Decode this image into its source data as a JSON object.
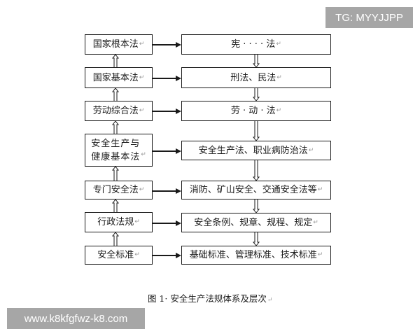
{
  "watermarks": {
    "top_right": "TG: MYYJJPP",
    "bottom_left": "www.k8kfgfwz-k8.com"
  },
  "diagram": {
    "left_column": [
      {
        "label": "国家根本法"
      },
      {
        "label": "国家基本法"
      },
      {
        "label": "劳动综合法"
      },
      {
        "label": "安全生产与\n健康基本法"
      },
      {
        "label": "专门安全法"
      },
      {
        "label": "行政法规"
      },
      {
        "label": "安全标准"
      }
    ],
    "right_column": [
      {
        "label": "宪 · · · · 法"
      },
      {
        "label": "刑法、民法"
      },
      {
        "label": "劳 · 动 · 法"
      },
      {
        "label": "安全生产法、职业病防治法"
      },
      {
        "label": "消防、矿山安全、交通安全法等"
      },
      {
        "label": "安全条例、规章、规程、规定"
      },
      {
        "label": "基础标准、管理标准、技术标准"
      }
    ],
    "return_mark": "↵",
    "left_arrow_direction": "up",
    "right_arrow_direction": "down",
    "horizontal_arrow_direction": "left-to-right"
  },
  "caption": "图 1· 安全生产法规体系及层次"
}
